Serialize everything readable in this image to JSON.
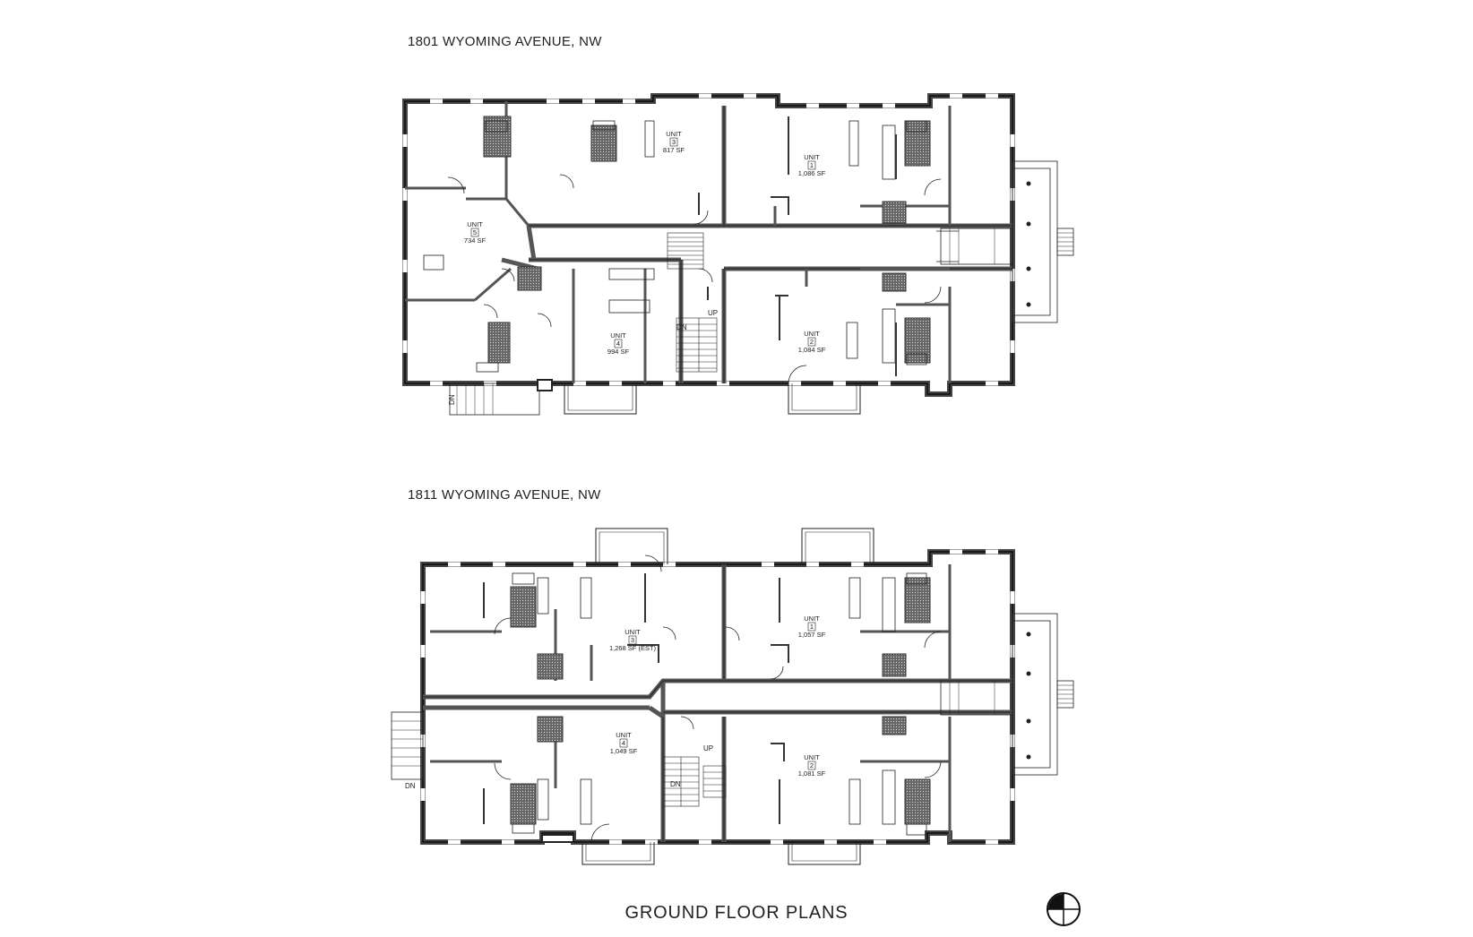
{
  "sheet_title": "GROUND FLOOR PLANS",
  "plans": [
    {
      "title": "1801 WYOMING AVENUE, NW",
      "units": [
        {
          "name": "UNIT",
          "num": "3",
          "area": "817 SF"
        },
        {
          "name": "UNIT",
          "num": "1",
          "area": "1,086 SF"
        },
        {
          "name": "UNIT",
          "num": "5",
          "area": "734 SF"
        },
        {
          "name": "UNIT",
          "num": "4",
          "area": "994 SF"
        },
        {
          "name": "UNIT",
          "num": "2",
          "area": "1,084 SF"
        }
      ],
      "stair_labels": {
        "up": "UP",
        "dn": "DN",
        "dn_exterior": "DN"
      }
    },
    {
      "title": "1811 WYOMING AVENUE, NW",
      "units": [
        {
          "name": "UNIT",
          "num": "3",
          "area": "1,268 SF (EST)"
        },
        {
          "name": "UNIT",
          "num": "1",
          "area": "1,057 SF"
        },
        {
          "name": "UNIT",
          "num": "4",
          "area": "1,049 SF"
        },
        {
          "name": "UNIT",
          "num": "2",
          "area": "1,081 SF"
        }
      ],
      "stair_labels": {
        "up": "UP",
        "dn": "DN",
        "dn_exterior": "DN"
      }
    }
  ],
  "north_arrow_icon": "north-arrow-icon"
}
